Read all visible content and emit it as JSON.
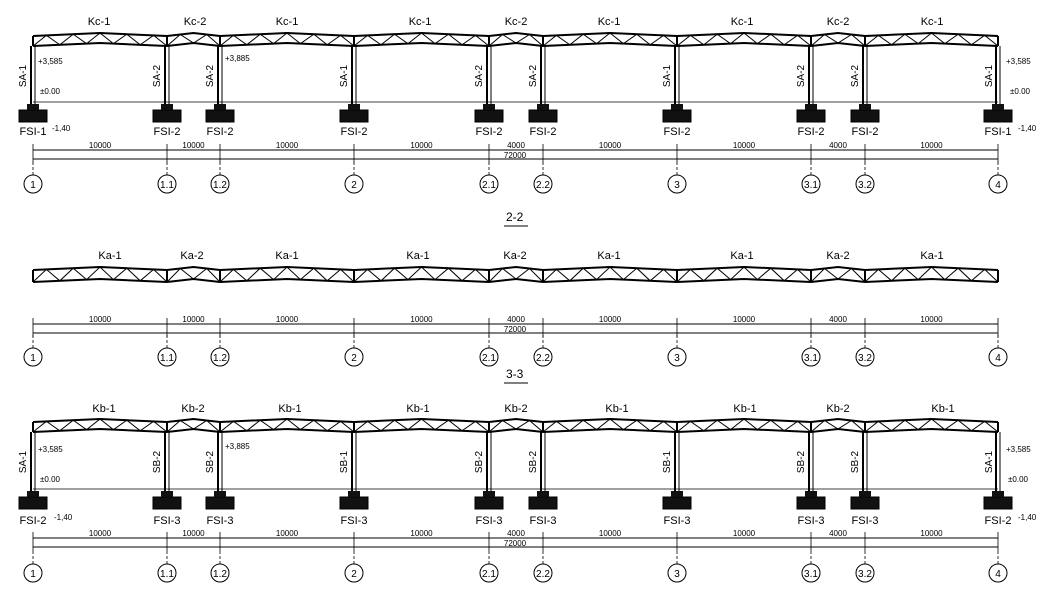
{
  "axes": [
    "1",
    "1.1",
    "1.2",
    "2",
    "2.1",
    "2.2",
    "3",
    "3.1",
    "3.2",
    "4"
  ],
  "dims": {
    "spans": [
      "10000",
      "10000",
      "10000",
      "10000",
      "4000",
      "10000",
      "10000",
      "4000",
      "10000"
    ],
    "total": "72000"
  },
  "titles": {
    "sec2": "2-2",
    "sec3": "3-3"
  },
  "frames": [
    {
      "truss_labels": [
        "Kc-1",
        "Kc-2",
        "Kc-1",
        "Kc-1",
        "Kc-2",
        "Kc-1",
        "Kc-1",
        "Kc-2",
        "Kc-1"
      ],
      "columns": [
        "SA-1",
        "SA-2",
        "SA-2",
        "SA-1",
        "SA-2",
        "SA-2",
        "SA-1",
        "SA-2",
        "SA-2",
        "SA-1"
      ],
      "footings": [
        "FSI-1",
        "FSI-2",
        "FSI-2",
        "FSI-2",
        "FSI-2",
        "FSI-2",
        "FSI-2",
        "FSI-2",
        "FSI-2",
        "FSI-1"
      ],
      "elev_left": "+3,585",
      "elev_mid": "+3,885",
      "elev_right": "+3,585",
      "zero_left": "±0.00",
      "zero_right": "±0.00",
      "base_left": "-1,40",
      "base_right": "-1,40"
    },
    {
      "truss_labels": [
        "Ka-1",
        "Ka-2",
        "Ka-1",
        "Ka-1",
        "Ka-2",
        "Ka-1",
        "Ka-1",
        "Ka-2",
        "Ka-1"
      ]
    },
    {
      "truss_labels": [
        "Kb-1",
        "Kb-2",
        "Kb-1",
        "Kb-1",
        "Kb-2",
        "Kb-1",
        "Kb-1",
        "Kb-2",
        "Kb-1"
      ],
      "columns": [
        "SA-1",
        "SB-2",
        "SB-2",
        "SB-1",
        "SB-2",
        "SB-2",
        "SB-1",
        "SB-2",
        "SB-2",
        "SA-1"
      ],
      "footings": [
        "FSI-2",
        "FSI-3",
        "FSI-3",
        "FSI-3",
        "FSI-3",
        "FSI-3",
        "FSI-3",
        "FSI-3",
        "FSI-3",
        "FSI-2"
      ],
      "elev_left": "+3,585",
      "elev_mid": "+3,885",
      "elev_right": "+3,585",
      "zero_left": "±0.00",
      "zero_right": "±0.00",
      "base_left": "-1,40",
      "base_right": "-1,40"
    }
  ]
}
